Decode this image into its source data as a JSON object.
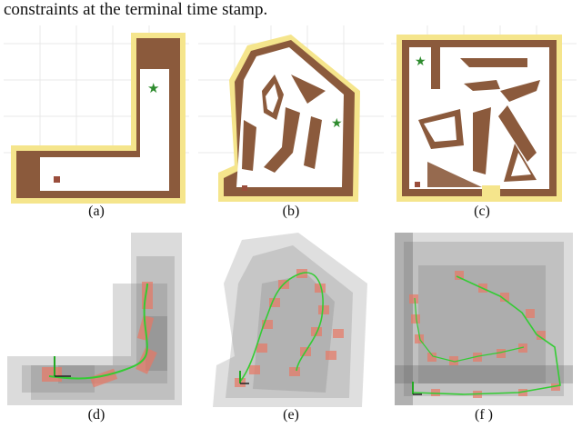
{
  "text_top": "constraints at the terminal time stamp.",
  "labels": {
    "a": "(a)",
    "b": "(b)",
    "c": "(c)",
    "d": "(d)",
    "e": "(e)",
    "f": "(f )"
  },
  "colors": {
    "wall": "#8b5a3c",
    "wall_top": "#a97550",
    "highlight": "#f5e58c",
    "start": "#b06050",
    "goal_star": "#2e8b2e",
    "grid": "#e6e6e6",
    "corridor": "rgba(120,120,120,0.28)",
    "robot": "rgba(232,120,100,0.75)",
    "path": "#33cc33"
  }
}
